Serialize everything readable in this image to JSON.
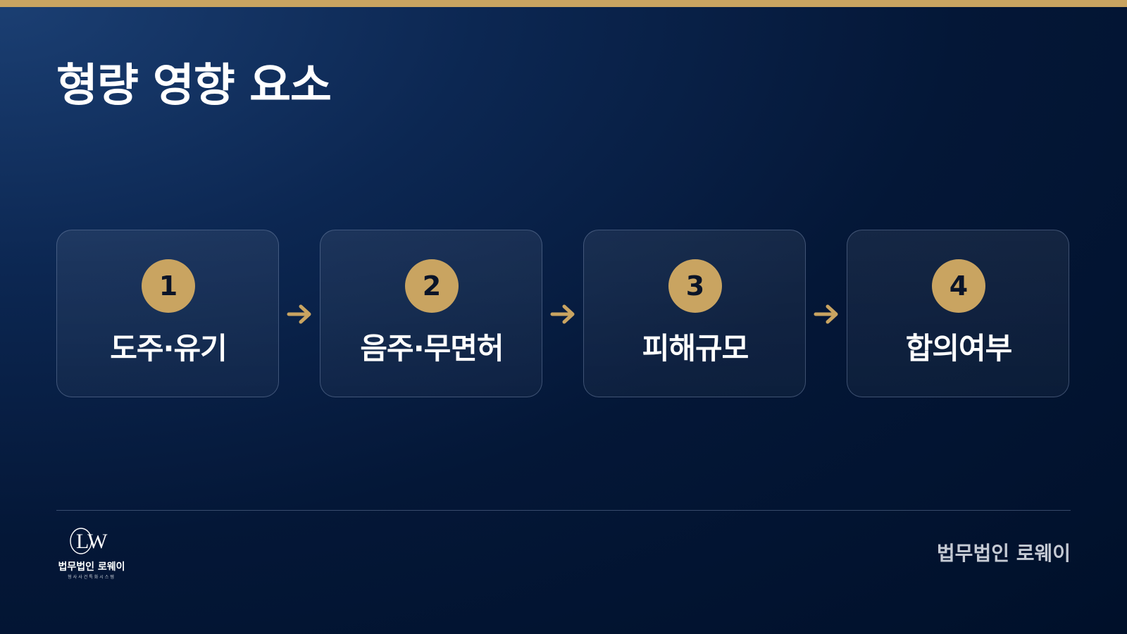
{
  "slide": {
    "title": "형량 영향 요소",
    "accent_color": "#c9a461",
    "background_color": "#041737"
  },
  "steps": [
    {
      "number": "1",
      "label": "도주·유기"
    },
    {
      "number": "2",
      "label": "음주·무면허"
    },
    {
      "number": "3",
      "label": "피해규모"
    },
    {
      "number": "4",
      "label": "합의여부"
    }
  ],
  "logo": {
    "mark": "LW",
    "name": "법무법인 로웨이",
    "subtitle": "형사사건특화시스템"
  },
  "footer": {
    "firm_name": "법무법인 로웨이"
  },
  "icons": {
    "arrow": "arrow-right-icon"
  }
}
